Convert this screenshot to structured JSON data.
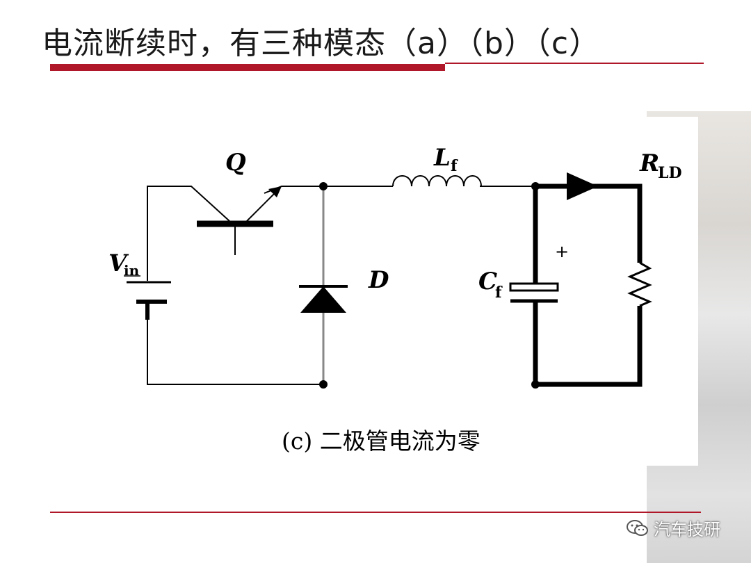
{
  "slide": {
    "title": "电流断续时，有三种模态（a）（b）（c）",
    "watermark": "汽车技研"
  },
  "diagram": {
    "caption": "(c) 二极管电流为零",
    "labels": {
      "transistor": "Q",
      "inductor_main": "L",
      "inductor_sub": "f",
      "load_main": "R",
      "load_sub": "LD",
      "source_main": "V",
      "source_sub": "in",
      "diode": "D",
      "capacitor_main": "C",
      "capacitor_sub": "f",
      "plus": "+"
    }
  },
  "colors": {
    "accent_red": "#b0182a",
    "wire": "#000000",
    "diode_branch": "#888888"
  },
  "icons": [
    "wechat-logo-icon"
  ]
}
